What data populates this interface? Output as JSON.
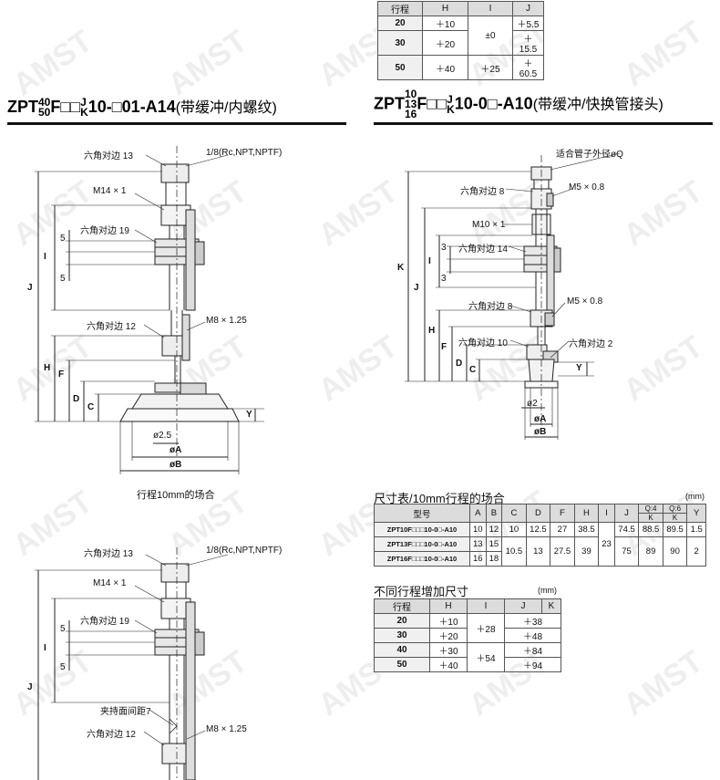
{
  "watermark": "AMST",
  "top_stroke_table": {
    "headers": [
      "行程",
      "H",
      "I",
      "J"
    ],
    "rows": [
      {
        "stroke": "20",
        "H": "＋10",
        "I": "±0",
        "J": "＋5.5"
      },
      {
        "stroke": "30",
        "H": "＋20",
        "I": "",
        "J": "＋15.5"
      },
      {
        "stroke": "50",
        "H": "＋40",
        "I": "＋25",
        "J": "＋60.5"
      }
    ]
  },
  "left_model": {
    "prefix": "ZPT",
    "sup": "40",
    "sub": "50",
    "mid": "F□□",
    "jk_top": "J",
    "jk_bot": "K",
    "suffix": "10-□01-A14",
    "note": "(带缓冲/内螺纹)"
  },
  "right_model": {
    "prefix": "ZPT",
    "stack": [
      "10",
      "13",
      "16"
    ],
    "mid": "F□□",
    "jk_top": "J",
    "jk_bot": "K",
    "suffix": "10-0□-A10",
    "note": "(带缓冲/快换管接头)"
  },
  "left_drawing": {
    "hex13": "六角对边 13",
    "port": "1/8(Rc,NPT,NPTF)",
    "m14": "M14 × 1",
    "hex19": "六角对边 19",
    "hex12": "六角对边 12",
    "m8": "M8 × 1.25",
    "dia25": "ø2.5",
    "diaA": "øA",
    "diaB": "øB",
    "dims": {
      "J": "J",
      "I": "I",
      "H": "H",
      "F": "F",
      "D": "D",
      "C": "C",
      "Y": "Y",
      "five": "5"
    },
    "caption": "行程10mm的场合"
  },
  "left_drawing2": {
    "hex13": "六角对边 13",
    "port": "1/8(Rc,NPT,NPTF)",
    "m14": "M14 × 1",
    "hex19": "六角对边 19",
    "clamp": "夹持面间距7",
    "hex12": "六角对边 12",
    "m8": "M8 × 1.25",
    "dims": {
      "J": "J",
      "I": "I",
      "five": "5"
    }
  },
  "right_drawing": {
    "tube": "适合管子外径øQ",
    "hex8a": "六角对边 8",
    "m5a": "M5 × 0.8",
    "m10": "M10 × 1",
    "hex14": "六角对边 14",
    "hex8b": "六角对边 8",
    "m5b": "M5 × 0.8",
    "hex10": "六角对边 10",
    "hex2": "六角对边 2",
    "dia2": "ø2",
    "diaA": "øA",
    "diaB": "øB",
    "dims": {
      "K": "K",
      "J": "J",
      "I": "I",
      "H": "H",
      "F": "F",
      "D": "D",
      "C": "C",
      "Y": "Y",
      "three": "3"
    }
  },
  "dim_table": {
    "title": "尺寸表/10mm行程的场合",
    "unit": "(mm)",
    "headers": [
      "型号",
      "A",
      "B",
      "C",
      "D",
      "F",
      "H",
      "I",
      "J",
      "Q:4",
      "Q:6",
      "Y"
    ],
    "subheaders": {
      "q4": "K",
      "q6": "K"
    },
    "rows": [
      {
        "model": "ZPT10F□□□10-0□-A10",
        "A": "10",
        "B": "12",
        "C": "10",
        "D": "12.5",
        "F": "27",
        "H": "38.5",
        "J": "74.5",
        "K4": "88.5",
        "K6": "89.5",
        "Y": "1.5"
      },
      {
        "model": "ZPT13F□□□10-0□-A10",
        "A": "13",
        "B": "15",
        "C": "10.5",
        "D": "13",
        "F": "27.5",
        "H": "39",
        "J": "75",
        "K4": "89",
        "K6": "90",
        "Y": "2"
      },
      {
        "model": "ZPT16F□□□10-0□-A10",
        "A": "16",
        "B": "18"
      }
    ],
    "I_value": "23"
  },
  "stroke_table": {
    "title": "不同行程增加尺寸",
    "unit": "(mm)",
    "headers": [
      "行程",
      "H",
      "I",
      "J",
      "K"
    ],
    "rows": [
      {
        "stroke": "20",
        "H": "＋10",
        "J": "＋38"
      },
      {
        "stroke": "30",
        "H": "＋20",
        "J": "＋48"
      },
      {
        "stroke": "40",
        "H": "＋30",
        "J": "＋84"
      },
      {
        "stroke": "50",
        "H": "＋40",
        "J": "＋94"
      }
    ],
    "I_20_30": "＋28",
    "I_40_50": "＋54"
  }
}
